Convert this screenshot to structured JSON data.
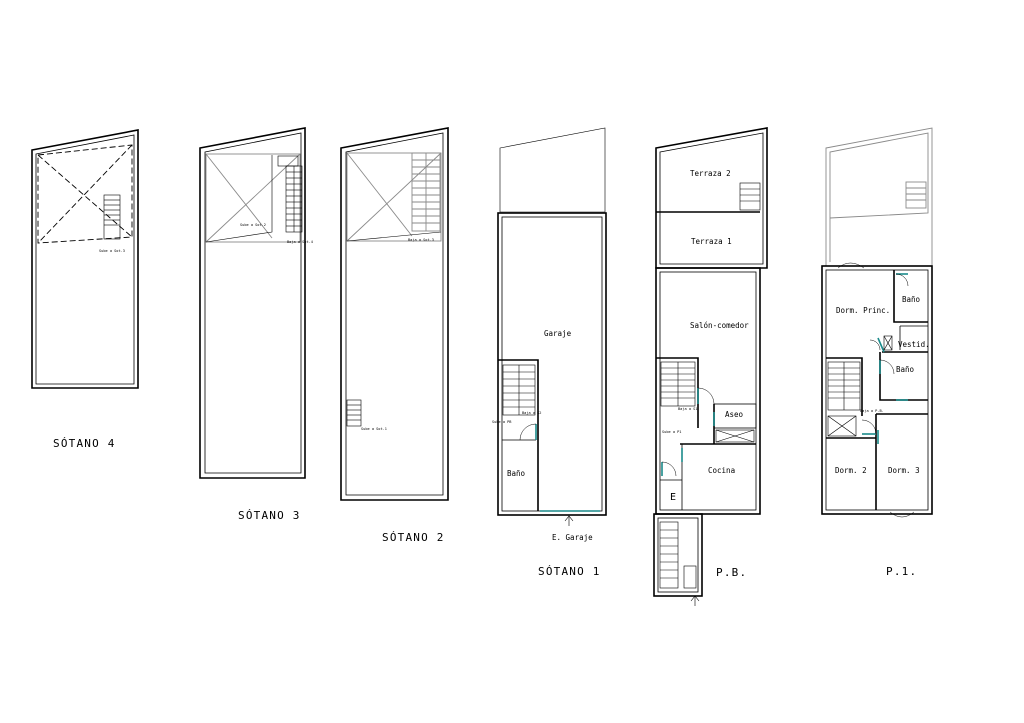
{
  "floors": {
    "sotano4": {
      "title": "SÓTANO 4",
      "stair_note": "Sube a Sot.3"
    },
    "sotano3": {
      "title": "SÓTANO 3",
      "stair_note_up": "Sube a Sot.2",
      "stair_note_down": "Baja a Sot.4"
    },
    "sotano2": {
      "title": "SÓTANO 2",
      "stair_note_down": "Baja a Sot.3",
      "stair_note_up": "Sube a Sot.1"
    },
    "sotano1": {
      "title": "SÓTANO 1",
      "room_garage": "Garaje",
      "room_bath": "Baño",
      "stair_note_down": "Baja a S2",
      "stair_note_up": "Sube a PB",
      "entrance": "E. Garaje"
    },
    "pb": {
      "title": "P.B.",
      "terrace2": "Terraza 2",
      "terrace1": "Terraza 1",
      "living": "Salón-comedor",
      "toilet": "Aseo",
      "kitchen": "Cocina",
      "entry_mark": "E",
      "stair_note_down": "Baja a S1",
      "stair_note_up": "Sube a P1"
    },
    "p1": {
      "title": "P.1.",
      "master": "Dorm. Princ.",
      "bath1": "Baño",
      "dressing": "Vestid.",
      "bath2": "Baño",
      "bed2": "Dorm. 2",
      "bed3": "Dorm. 3",
      "stair_note": "Baja a P.B."
    }
  },
  "colors": {
    "lines": "#000000",
    "doors": "#1a8a8a",
    "upper_outline": "#8a8a8a"
  }
}
